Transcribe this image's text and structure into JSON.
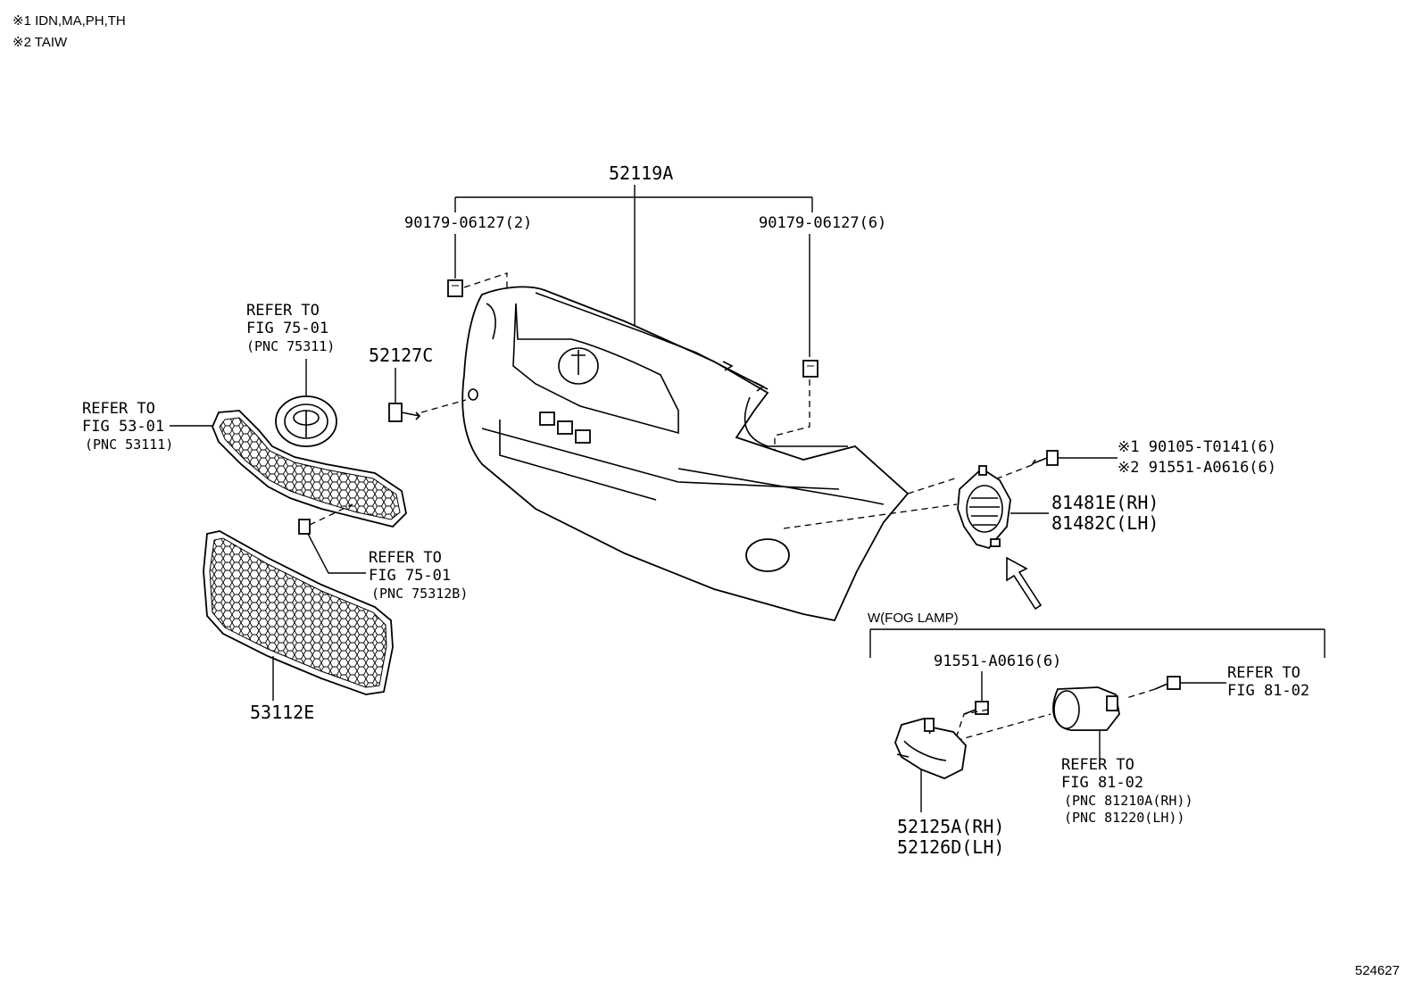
{
  "notes": {
    "note1": "※1 IDN,MA,PH,TH",
    "note2": "※2 TAIW"
  },
  "labels": {
    "bumper_cover": "52119A",
    "clip_left": "90179-06127(2)",
    "clip_right": "90179-06127(6)",
    "emblem_ref_1": "REFER TO",
    "emblem_ref_2": "FIG 75-01",
    "emblem_ref_3": "(PNC 75311)",
    "bracket_52127c": "52127C",
    "grille_ref_1": "REFER TO",
    "grille_ref_2": "FIG 53-01",
    "grille_ref_3": "(PNC 53111)",
    "lower_ref_1": "REFER TO",
    "lower_ref_2": "FIG 75-01",
    "lower_ref_3": "(PNC 75312B)",
    "lower_grille": "53112E",
    "screw_1": "※1 90105-T0141(6)",
    "screw_2": "※2 91551-A0616(6)",
    "retainer_rh": "81481E(RH)",
    "retainer_lh": "81482C(LH)",
    "fog_group": "W(FOG LAMP)",
    "fog_screw": "91551-A0616(6)",
    "fog_ref_1": "REFER TO",
    "fog_ref_2": "FIG 81-02",
    "fog_lamp_ref_1": "REFER TO",
    "fog_lamp_ref_2": "FIG 81-02",
    "fog_lamp_ref_3": "(PNC 81210A(RH))",
    "fog_lamp_ref_4": "(PNC 81220(LH))",
    "fog_cover_rh": "52125A(RH)",
    "fog_cover_lh": "52126D(LH)",
    "figure_number": "524627"
  }
}
